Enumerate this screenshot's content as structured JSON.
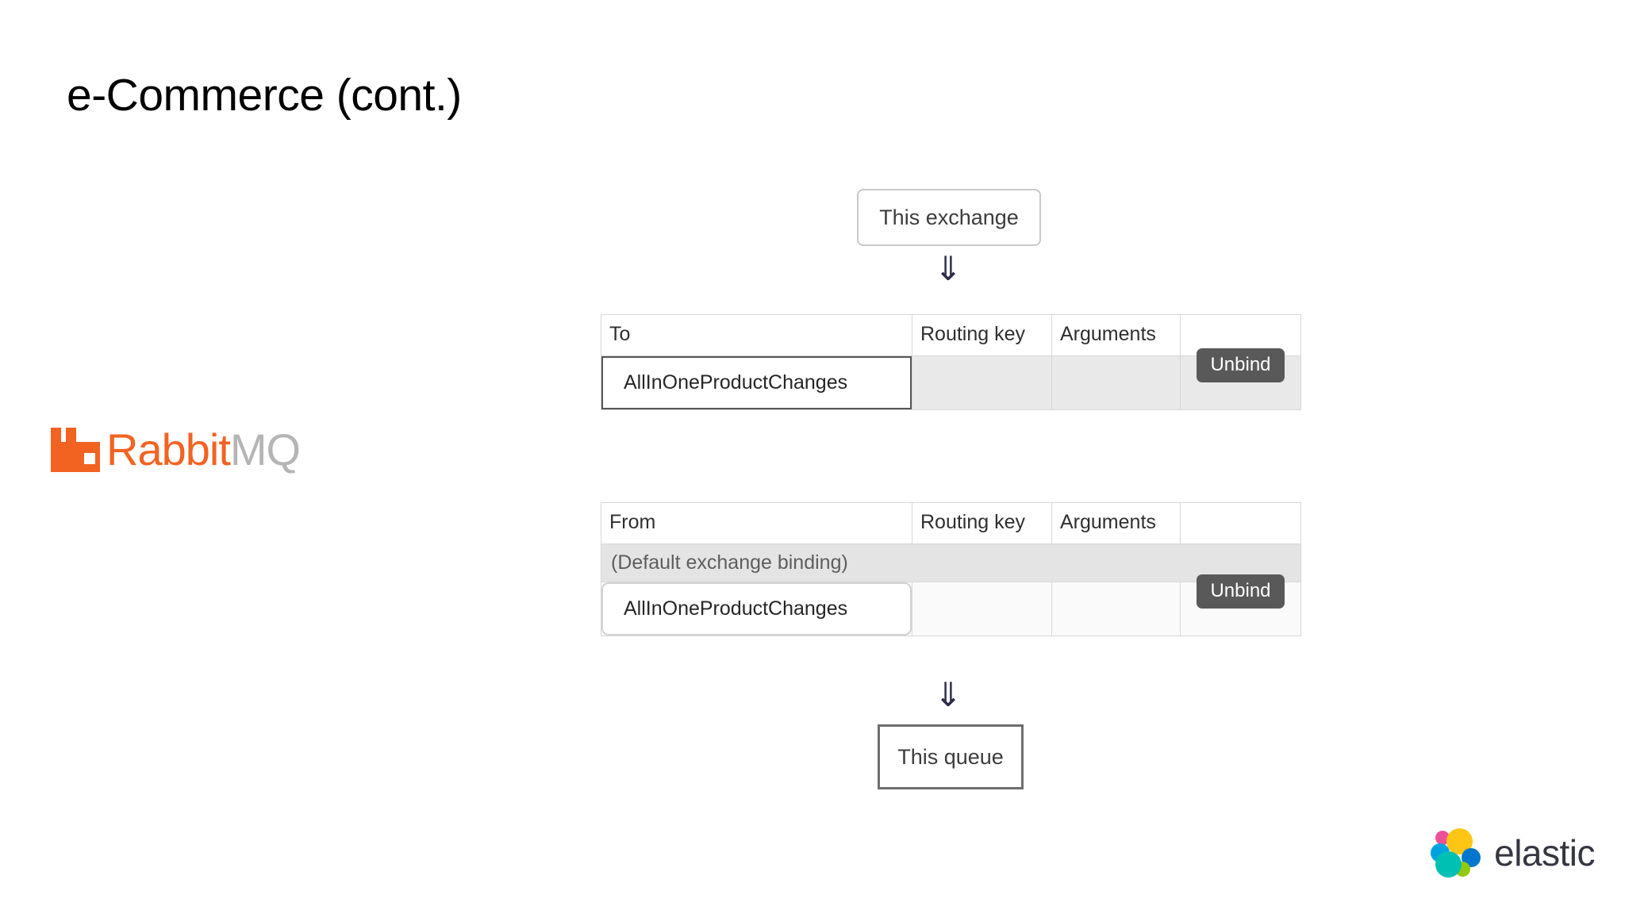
{
  "slide": {
    "title": "e-Commerce (cont.)"
  },
  "brand": {
    "rabbitmq": {
      "name_part_1": "Rabbit",
      "name_part_2": "MQ",
      "color_primary": "#f26322",
      "color_secondary": "#b5b5b5",
      "mark_icon": "rabbitmq-mark-icon"
    },
    "elastic": {
      "name": "elastic",
      "text_color": "#343741",
      "mark_icon": "elastic-mark-icon",
      "swatches": [
        "#ee5098",
        "#fec514",
        "#00a3e0",
        "#0077cc",
        "#93c90e",
        "#00bfb3"
      ]
    }
  },
  "flow": {
    "top_node_label": "This exchange",
    "bottom_node_label": "This queue",
    "arrow_glyph": "⇓",
    "arrow_icon_name": "double-down-arrow-icon"
  },
  "tables": [
    {
      "id": "to-bindings",
      "headers": [
        "To",
        "Routing key",
        "Arguments",
        ""
      ],
      "note_row": null,
      "rows": [
        {
          "name": "AllInOneProductChanges",
          "routing_key": "",
          "arguments": "",
          "action_label": "Unbind"
        }
      ]
    },
    {
      "id": "from-bindings",
      "headers": [
        "From",
        "Routing key",
        "Arguments",
        ""
      ],
      "note_row": "(Default exchange binding)",
      "rows": [
        {
          "name": "AllInOneProductChanges",
          "routing_key": "",
          "arguments": "",
          "action_label": "Unbind"
        }
      ]
    }
  ]
}
